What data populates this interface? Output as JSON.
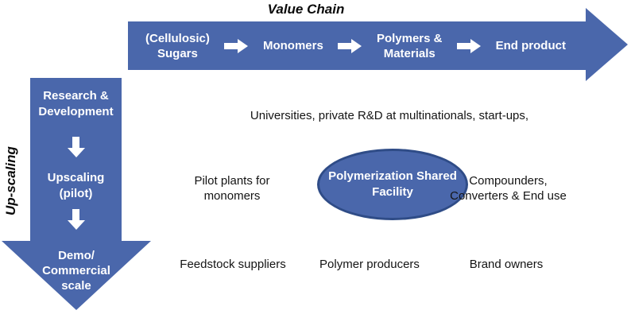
{
  "colors": {
    "arrow_blue": "#4a67ab",
    "ellipse_border_blue": "#2f4c87",
    "arrow_text": "#ffffff",
    "body_text": "#141414"
  },
  "value_chain": {
    "title": "Value Chain",
    "steps": [
      "(Cellulosic)\nSugars",
      "Monomers",
      "Polymers &\nMaterials",
      "End product"
    ]
  },
  "up_scaling": {
    "title": "Up-scaling",
    "stages": [
      "Research &\nDevelopment",
      "Upscaling\n(pilot)",
      "Demo/\nCommercial\nscale"
    ]
  },
  "rows": {
    "research_actors": "Universities, private R&D at multinationals, start-ups,",
    "pilot_row": {
      "left": "Pilot plants for\nmonomers",
      "center_ellipse": "Polymerization Shared\nFacility",
      "right": "Compounders,\nConverters & End use"
    },
    "commercial_row": {
      "left": "Feedstock suppliers",
      "center": "Polymer producers",
      "right": "Brand owners"
    }
  }
}
